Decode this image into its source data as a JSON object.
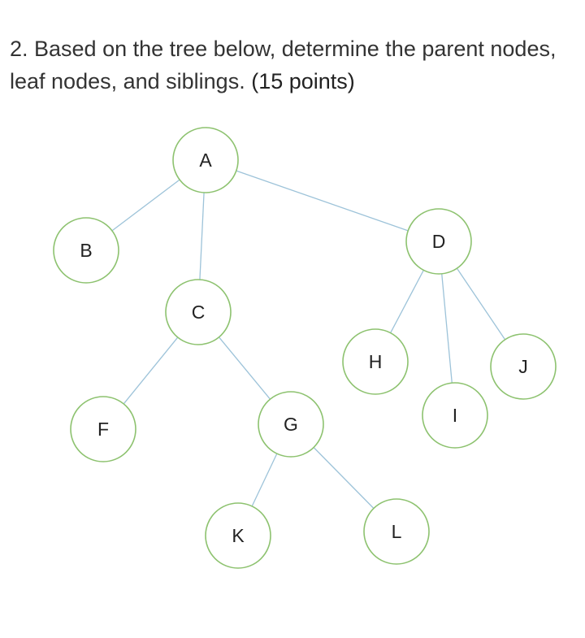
{
  "question": {
    "text": "2. Based on the tree below, determine the parent nodes, leaf nodes, and siblings. ",
    "points": "(15 points)"
  },
  "tree": {
    "nodes": [
      {
        "id": "A",
        "label": "A"
      },
      {
        "id": "B",
        "label": "B"
      },
      {
        "id": "C",
        "label": "C"
      },
      {
        "id": "D",
        "label": "D"
      },
      {
        "id": "F",
        "label": "F"
      },
      {
        "id": "G",
        "label": "G"
      },
      {
        "id": "H",
        "label": "H"
      },
      {
        "id": "I",
        "label": "I"
      },
      {
        "id": "J",
        "label": "J"
      },
      {
        "id": "K",
        "label": "K"
      },
      {
        "id": "L",
        "label": "L"
      }
    ],
    "edges": [
      {
        "from": "A",
        "to": "B"
      },
      {
        "from": "A",
        "to": "C"
      },
      {
        "from": "A",
        "to": "D"
      },
      {
        "from": "C",
        "to": "F"
      },
      {
        "from": "C",
        "to": "G"
      },
      {
        "from": "D",
        "to": "H"
      },
      {
        "from": "D",
        "to": "I"
      },
      {
        "from": "D",
        "to": "J"
      },
      {
        "from": "G",
        "to": "K"
      },
      {
        "from": "G",
        "to": "L"
      }
    ]
  },
  "colors": {
    "node_stroke": "#8dc26f",
    "edge_stroke": "#9dc3d9"
  }
}
